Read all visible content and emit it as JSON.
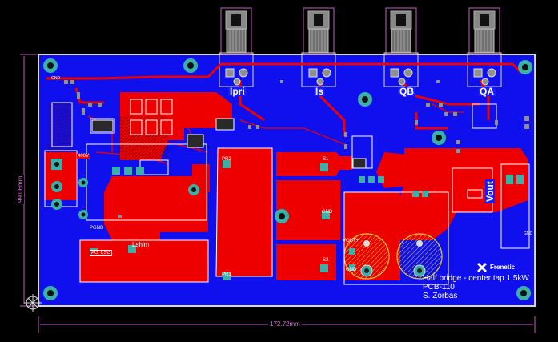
{
  "board": {
    "signals": {
      "ipri": "Ipri",
      "is": "Is",
      "qb": "QB",
      "qa": "QA",
      "vout": "Vout"
    },
    "credits": {
      "line1": "Half bridge - center tap 1.5kW",
      "line2": "PCB-110",
      "line3": "S. Zorbas"
    },
    "logo": "Frenetic",
    "labels": {
      "pgnd": "PGND",
      "lshim": "Lshim",
      "aggnd": "AG_LSG",
      "vout_plus": "VOUT+",
      "gnd": "GND",
      "gnd2": "GND",
      "pr1": "PR1",
      "pr2": "PR2",
      "s1": "S1",
      "s2": "S2",
      "v400": "400V",
      "gnd_top": "GND",
      "gnd_right": "GND"
    },
    "dimensions": {
      "width": "172.72mm",
      "height": "99.06mm"
    }
  },
  "colors": {
    "background": "#000000",
    "board_blue": "#1010ee",
    "copper_red": "#ee0000",
    "silk_white": "#ffffff",
    "pad_cyan": "#3ab0a8",
    "pad_gray": "#909090",
    "dim_line": "#c060c0",
    "yellow": "#ddcc33"
  }
}
